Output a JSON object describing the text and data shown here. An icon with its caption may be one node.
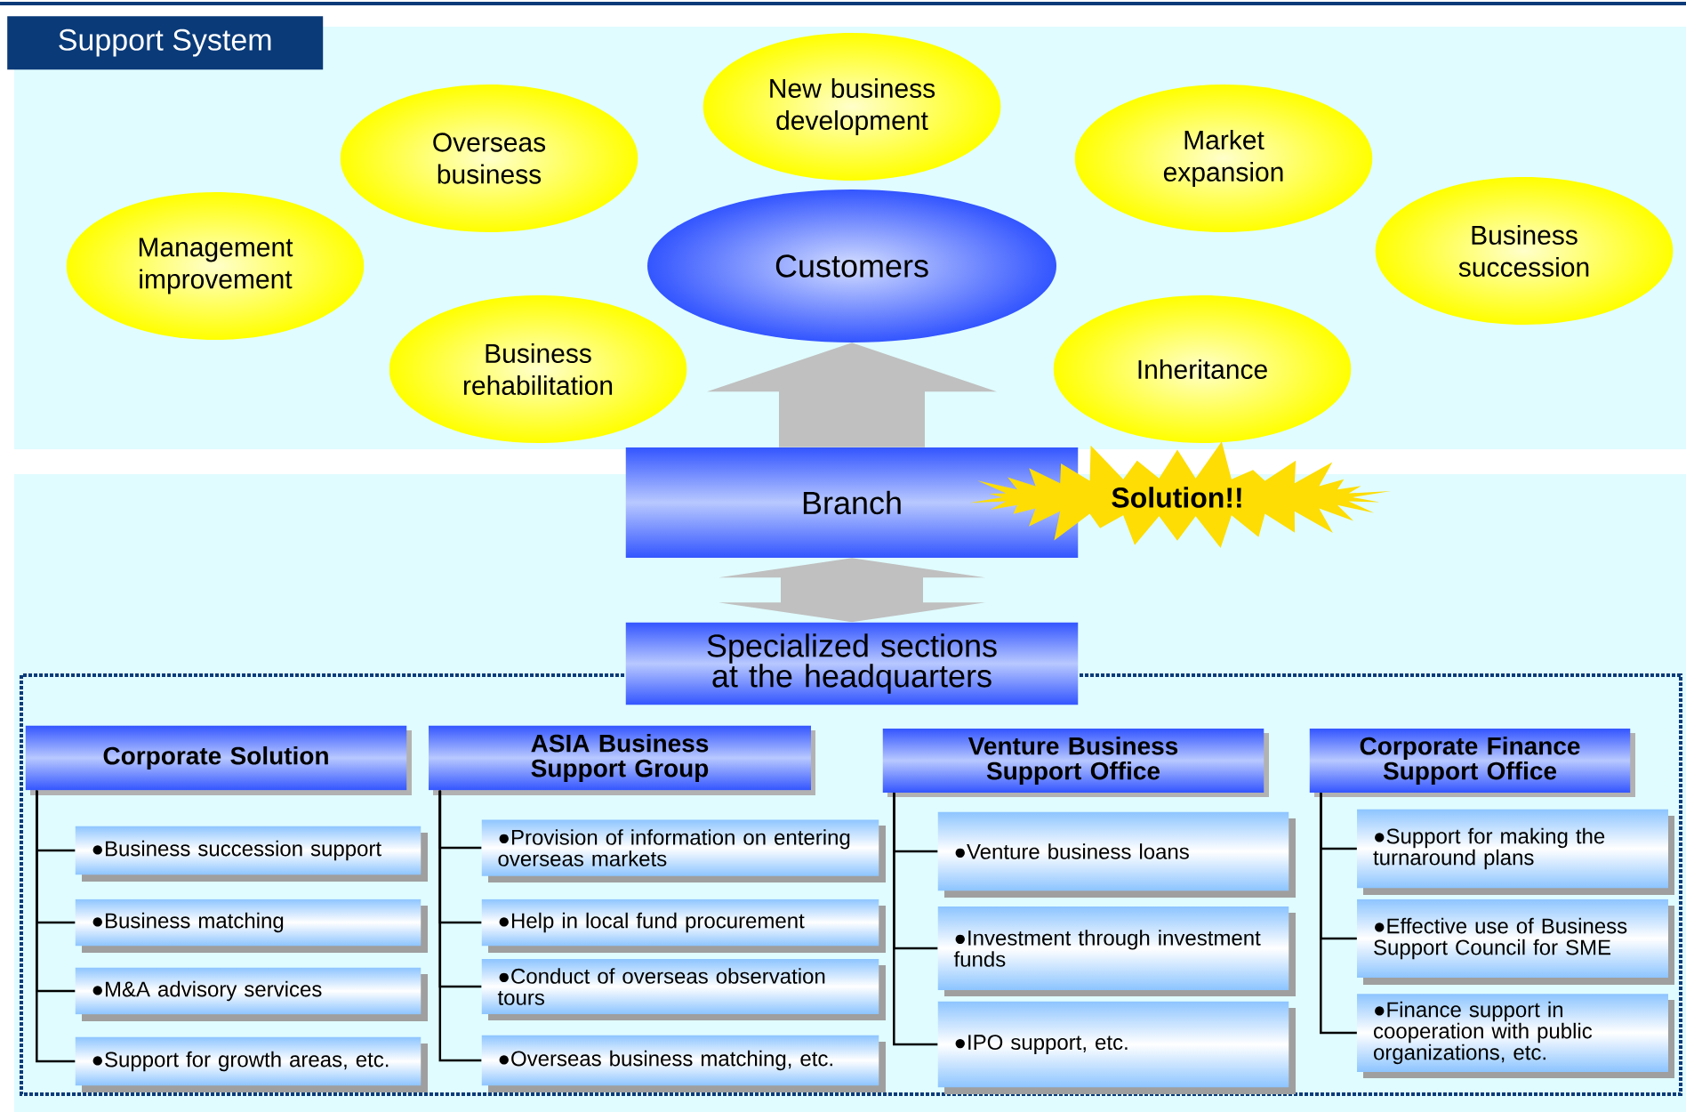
{
  "diagram": {
    "title": "Support System",
    "nodes": [
      {
        "text": [
          "Management improvement"
        ]
      },
      {
        "text": [
          "Overseas business"
        ]
      },
      {
        "text": [
          "New business development"
        ]
      },
      {
        "text": [
          "Market expansion"
        ]
      },
      {
        "text": [
          "Business succession"
        ]
      },
      {
        "text": [
          "Business rehabilitation"
        ]
      },
      {
        "text": [
          "Inheritance"
        ]
      },
      {
        "text": [
          "Customers"
        ]
      },
      {
        "text": [
          "Branch"
        ]
      },
      {
        "text": [
          "Solution!!"
        ]
      },
      {
        "text": [
          "Specialized sections at the headquarters"
        ]
      },
      {
        "text": [
          "Corporate Solution"
        ]
      },
      {
        "text": [
          "●Business succession support"
        ]
      },
      {
        "text": [
          "●Business matching"
        ]
      },
      {
        "text": [
          "●M&A advisory services"
        ]
      },
      {
        "text": [
          "●Support for growth areas, etc."
        ]
      },
      {
        "text": [
          "ASIA Business Support Group"
        ]
      },
      {
        "text": [
          "●Provision of information on entering overseas markets"
        ]
      },
      {
        "text": [
          "●Help in local fund procurement"
        ]
      },
      {
        "text": [
          "●Conduct of overseas observation tours"
        ]
      },
      {
        "text": [
          "●Overseas business matching, etc."
        ]
      },
      {
        "text": [
          "Venture Business Support Office"
        ]
      },
      {
        "text": [
          "●Venture business loans"
        ]
      },
      {
        "text": [
          "●Investment through investment funds"
        ]
      },
      {
        "text": [
          "●IPO support, etc."
        ]
      },
      {
        "text": [
          "Corporate Finance Support Office"
        ]
      },
      {
        "text": [
          "●Support for making the turnaround plans"
        ]
      },
      {
        "text": [
          "●Effective use of Business Support Council for SME"
        ]
      },
      {
        "text": [
          "●Finance support in cooperation with public organizations, etc."
        ]
      }
    ],
    "edges": [
      {
        "from": 8,
        "to": 7,
        "arrow": "to",
        "style": "thick",
        "color": "#c0c0c0"
      },
      {
        "from": 10,
        "to": 8,
        "arrow": "both",
        "style": "thick",
        "color": "#c0c0c0"
      },
      {
        "from": 11,
        "to": 12,
        "arrow": "none"
      },
      {
        "from": 11,
        "to": 13,
        "arrow": "none"
      },
      {
        "from": 11,
        "to": 14,
        "arrow": "none"
      },
      {
        "from": 11,
        "to": 15,
        "arrow": "none"
      },
      {
        "from": 16,
        "to": 17,
        "arrow": "none"
      },
      {
        "from": 16,
        "to": 18,
        "arrow": "none"
      },
      {
        "from": 16,
        "to": 19,
        "arrow": "none"
      },
      {
        "from": 16,
        "to": 20,
        "arrow": "none"
      },
      {
        "from": 21,
        "to": 22,
        "arrow": "none"
      },
      {
        "from": 21,
        "to": 23,
        "arrow": "none"
      },
      {
        "from": 21,
        "to": 24,
        "arrow": "none"
      },
      {
        "from": 25,
        "to": 26,
        "arrow": "none"
      },
      {
        "from": 25,
        "to": 27,
        "arrow": "none"
      },
      {
        "from": 25,
        "to": 28,
        "arrow": "none"
      }
    ]
  }
}
